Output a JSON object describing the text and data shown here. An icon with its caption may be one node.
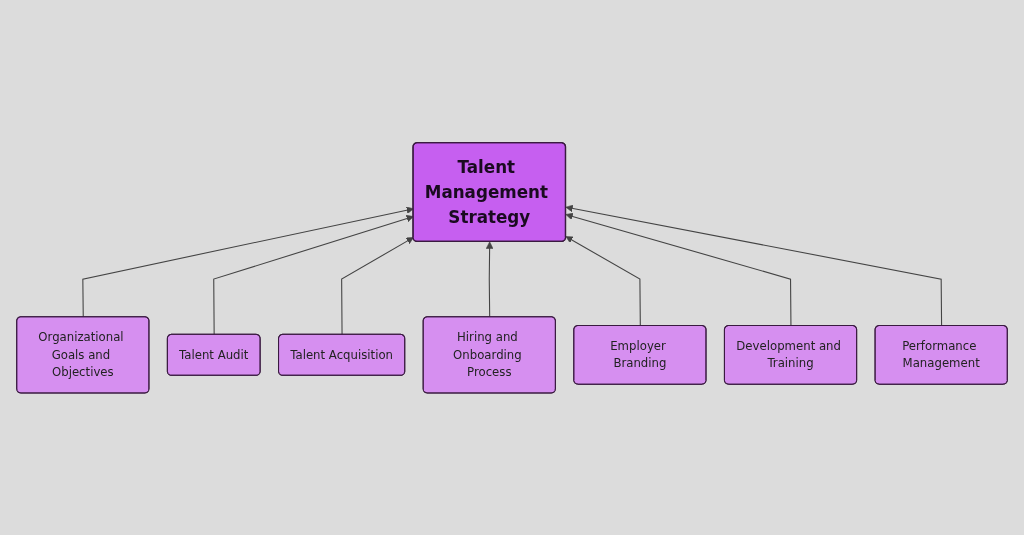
{
  "diagram": {
    "nodes": [
      {
        "text": [
          "Talent Management Strategy"
        ]
      },
      {
        "text": [
          "Organizational Goals and Objectives"
        ]
      },
      {
        "text": [
          "Talent Audit"
        ]
      },
      {
        "text": [
          "Talent Acquisition"
        ]
      },
      {
        "text": [
          "Hiring and Onboarding Process"
        ]
      },
      {
        "text": [
          "Employer Branding"
        ]
      },
      {
        "text": [
          "Development and Training"
        ]
      },
      {
        "text": [
          "Performance Management"
        ]
      }
    ],
    "edges": [
      {
        "from": 1,
        "to": 0,
        "arrow": "to"
      },
      {
        "from": 2,
        "to": 0,
        "arrow": "to"
      },
      {
        "from": 3,
        "to": 0,
        "arrow": "to"
      },
      {
        "from": 4,
        "to": 0,
        "arrow": "to"
      },
      {
        "from": 5,
        "to": 0,
        "arrow": "to"
      },
      {
        "from": 6,
        "to": 0,
        "arrow": "to"
      },
      {
        "from": 7,
        "to": 0,
        "arrow": "to"
      }
    ]
  }
}
